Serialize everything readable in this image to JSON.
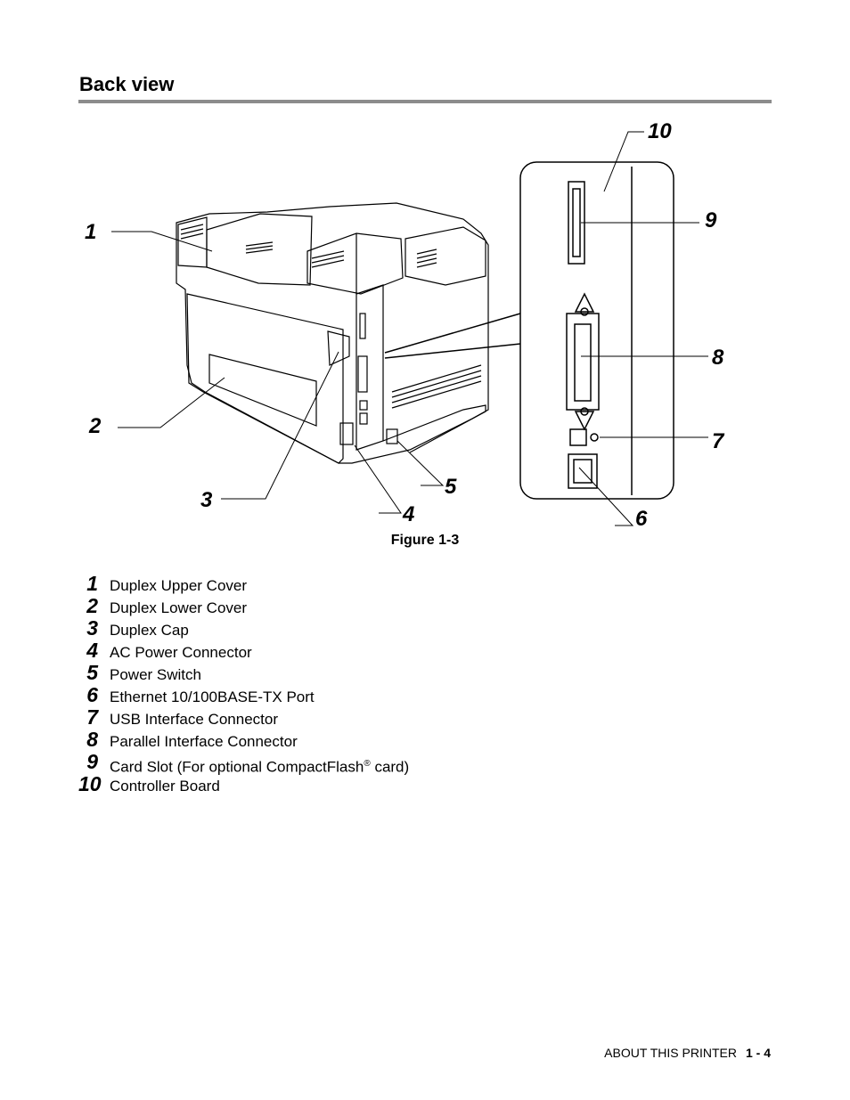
{
  "section_title": "Back view",
  "figure": {
    "caption": "Figure 1-3",
    "callouts": [
      "1",
      "2",
      "3",
      "4",
      "5",
      "6",
      "7",
      "8",
      "9",
      "10"
    ]
  },
  "legend": [
    {
      "num": "1",
      "label": "Duplex Upper Cover"
    },
    {
      "num": "2",
      "label": "Duplex Lower Cover"
    },
    {
      "num": "3",
      "label": "Duplex Cap"
    },
    {
      "num": "4",
      "label": "AC Power Connector"
    },
    {
      "num": "5",
      "label": "Power Switch"
    },
    {
      "num": "6",
      "label": "Ethernet 10/100BASE-TX Port"
    },
    {
      "num": "7",
      "label": "USB Interface Connector"
    },
    {
      "num": "8",
      "label": "Parallel Interface Connector"
    },
    {
      "num": "9",
      "label": "Card Slot (For optional CompactFlash",
      "sup": "®",
      "suffix": " card)"
    },
    {
      "num": "10",
      "label": "Controller Board"
    }
  ],
  "footer": {
    "section": "ABOUT THIS PRINTER",
    "page": "1 - 4"
  }
}
